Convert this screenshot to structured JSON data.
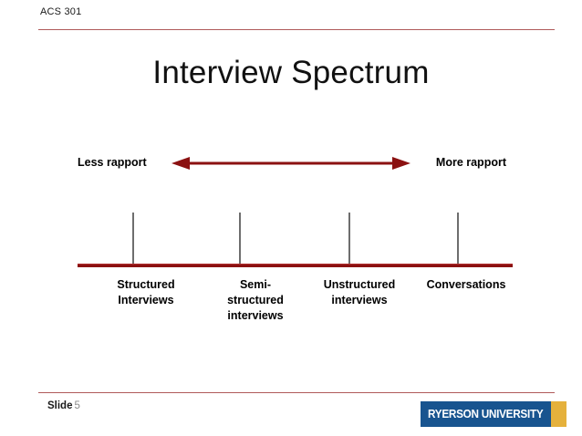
{
  "header": {
    "course_code": "ACS 301"
  },
  "title": "Interview Spectrum",
  "spectrum": {
    "left_label": "Less rapport",
    "right_label": "More rapport",
    "arrow_color": "#8b1111",
    "baseline_color": "#8b1111",
    "tick_color": "#6e6e6e",
    "categories": [
      {
        "label": "Structured\nInterviews",
        "line1": "Structured",
        "line2": "Interviews",
        "line3": ""
      },
      {
        "label": "Semi-structured interviews",
        "line1": "Semi-",
        "line2": "structured",
        "line3": "interviews"
      },
      {
        "label": "Unstructured interviews",
        "line1": "Unstructured",
        "line2": "interviews",
        "line3": ""
      },
      {
        "label": "Conversations",
        "line1": "Conversations",
        "line2": "",
        "line3": ""
      }
    ]
  },
  "footer": {
    "slide_word": "Slide",
    "slide_number": "5",
    "logo_text": "RYERSON UNIVERSITY",
    "logo_color": "#18548f",
    "logo_accent_color": "#e5b13c"
  }
}
